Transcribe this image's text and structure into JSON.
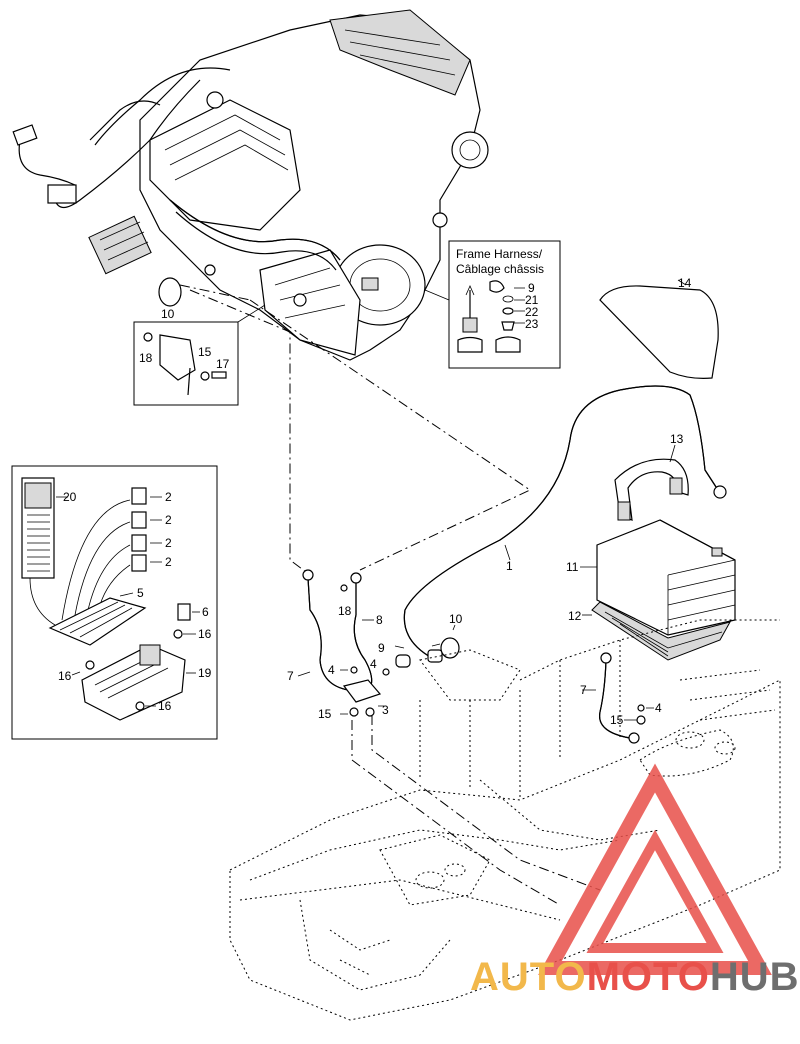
{
  "diagram": {
    "inset_frame_harness": {
      "title_line1": "Frame Harness/",
      "title_line2": "Câblage châssis",
      "callouts": [
        "9",
        "21",
        "22",
        "23"
      ]
    },
    "callouts": {
      "c1": "1",
      "c2a": "2",
      "c2b": "2",
      "c2c": "2",
      "c2d": "2",
      "c3": "3",
      "c4a": "4",
      "c4b": "4",
      "c4c": "4",
      "c5": "5",
      "c6": "6",
      "c7a": "7",
      "c7b": "7",
      "c8": "8",
      "c9": "9",
      "c10a": "10",
      "c10b": "10",
      "c11": "11",
      "c12": "12",
      "c13": "13",
      "c14": "14",
      "c15a": "15",
      "c15b": "15",
      "c15c": "15",
      "c16a": "16",
      "c16b": "16",
      "c16c": "16",
      "c17": "17",
      "c18a": "18",
      "c18b": "18",
      "c19": "19",
      "c20": "20"
    }
  },
  "watermark": {
    "part1": "AUTO",
    "part2": "MOTO",
    "part3": "HUB",
    "color_auto": "#f2b84b",
    "color_moto": "#e8504a",
    "color_hub": "#6e6e6e",
    "color_triangle": "#e8504a"
  }
}
